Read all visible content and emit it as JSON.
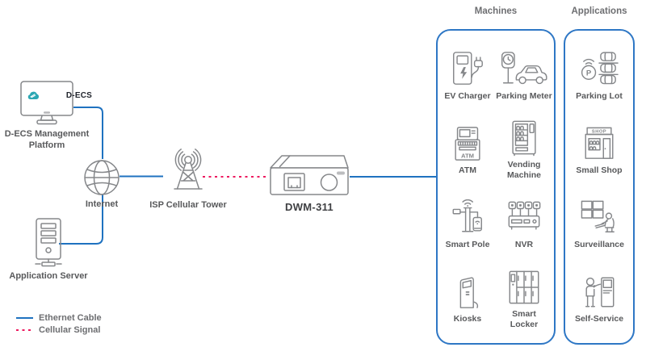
{
  "colors": {
    "ethernet_blue": "#1f72c0",
    "panel_border_blue": "#2e77c5",
    "cellular_pink": "#ed1a5f",
    "icon_gray": "#85878a",
    "label_gray": "#58595b",
    "title_gray": "#6d6e71",
    "device_label_dark": "#3f4043",
    "decs_teal": "#2ba7b3",
    "decs_text_dark": "#20242c"
  },
  "nodes": {
    "management": {
      "label": "D-ECS Management\nPlatform",
      "screen_label": "D-ECS"
    },
    "internet": {
      "label": "Internet"
    },
    "app_server": {
      "label": "Application Server"
    },
    "cell_tower": {
      "label": "ISP Cellular Tower"
    },
    "router": {
      "label": "DWM-311"
    }
  },
  "panels": {
    "machines": {
      "title": "Machines",
      "items": [
        {
          "label": "EV Charger",
          "icon": "ev-charger-icon"
        },
        {
          "label": "Parking Meter",
          "icon": "parking-meter-icon"
        },
        {
          "label": "ATM",
          "icon": "atm-icon"
        },
        {
          "label": "Vending\nMachine",
          "icon": "vending-machine-icon"
        },
        {
          "label": "Smart Pole",
          "icon": "smart-pole-icon"
        },
        {
          "label": "NVR",
          "icon": "nvr-icon"
        },
        {
          "label": "Kiosks",
          "icon": "kiosk-icon"
        },
        {
          "label": "Smart\nLocker",
          "icon": "smart-locker-icon"
        }
      ]
    },
    "applications": {
      "title": "Applications",
      "items": [
        {
          "label": "Parking Lot",
          "icon": "parking-lot-icon"
        },
        {
          "label": "Small Shop",
          "icon": "small-shop-icon"
        },
        {
          "label": "Surveillance",
          "icon": "surveillance-icon"
        },
        {
          "label": "Self-Service",
          "icon": "self-service-icon"
        }
      ]
    }
  },
  "icon_text": {
    "atm": "ATM",
    "shop": "SHOP",
    "parking": "P"
  },
  "legend": {
    "ethernet": "Ethernet Cable",
    "cellular": "Cellular Signal"
  }
}
